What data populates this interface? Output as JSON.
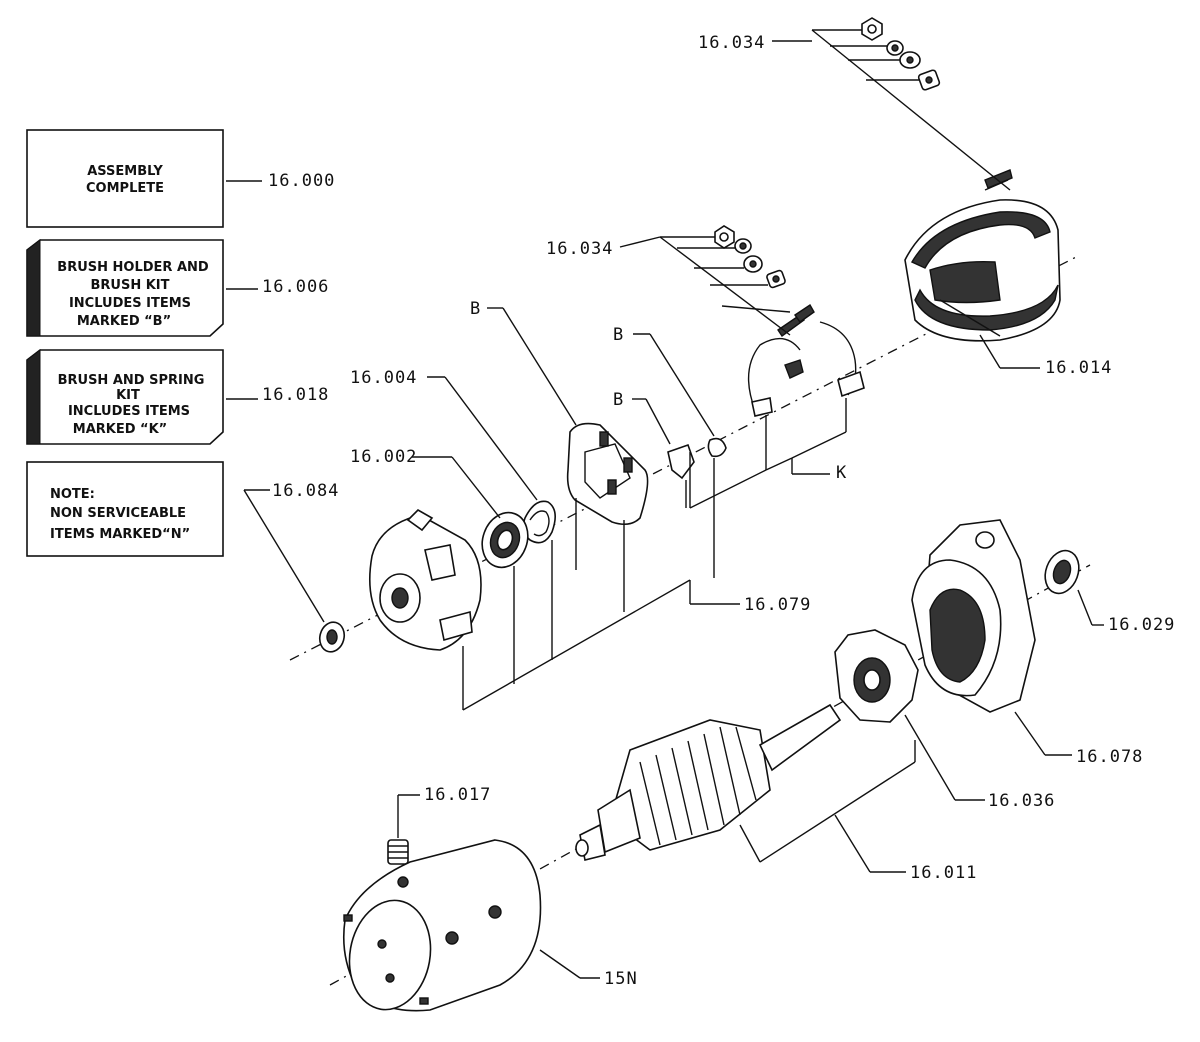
{
  "boxes": {
    "assembly": {
      "line1": "ASSEMBLY",
      "line2": "COMPLETE",
      "ref": "16.000"
    },
    "brush_holder": {
      "line1": "BRUSH HOLDER AND",
      "line2": "BRUSH KIT",
      "line3": "INCLUDES ITEMS",
      "line4": "MARKED “B”",
      "ref": "16.006"
    },
    "brush_spring": {
      "line1": "BRUSH AND SPRING",
      "line2": "KIT",
      "line3": "INCLUDES ITEMS",
      "line4": "MARKED “K”",
      "ref": "16.018"
    },
    "note": {
      "line1": "NOTE:",
      "line2": "NON SERVICEABLE",
      "line3": "ITEMS MARKED“N”"
    }
  },
  "callouts": {
    "hardware_top": "16.034",
    "hardware_mid": "16.034",
    "field_coil": "16.014",
    "washer": "16.004",
    "bearing": "16.002",
    "thrust_washer": "16.084",
    "brush_b1": "B",
    "brush_b2": "B",
    "brush_b3": "B",
    "brush_k": "K",
    "end_frame_group": "16.079",
    "front_seal": "16.029",
    "drive_housing": "16.078",
    "drive_gear": "16.036",
    "screw": "16.017",
    "armature": "16.011",
    "frame": "15N"
  },
  "colors": {
    "ink": "#111111",
    "paper": "#ffffff"
  }
}
